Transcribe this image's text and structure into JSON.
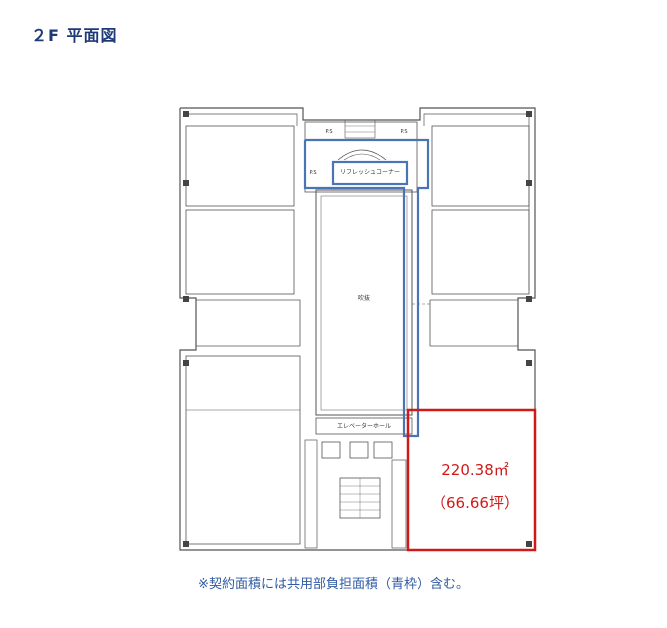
{
  "title": "２F 平面図",
  "labels": {
    "refresh_corner": "リフレッシュコーナー",
    "void": "吹抜",
    "elevator_hall": "エレベーターホール",
    "ps": "P.S"
  },
  "rented_area": {
    "sqm": "220.38㎡",
    "tsubo": "（66.66坪）"
  },
  "note": "※契約面積には共用部負担面積（青枠）含む。",
  "colors": {
    "title": "#1f3a7a",
    "common_area_frame": "#4a74b5",
    "rented_area_frame": "#d01a1a",
    "note": "#2f5aa5"
  }
}
